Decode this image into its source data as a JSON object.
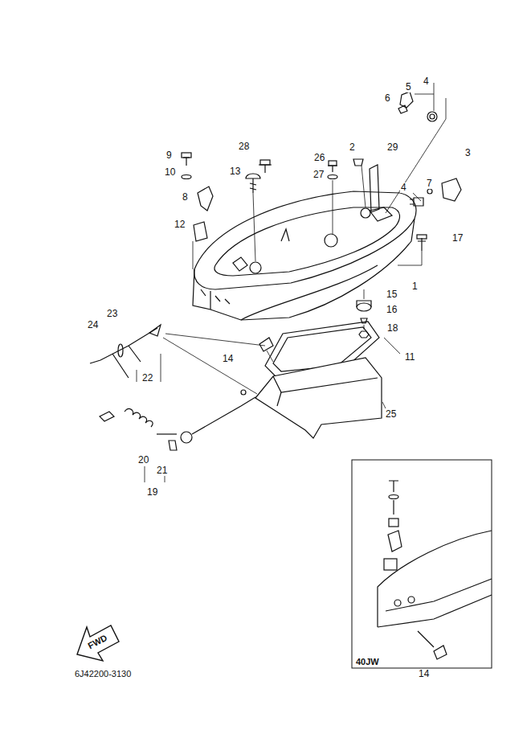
{
  "diagram": {
    "labels": [
      "5",
      "4",
      "6",
      "9",
      "28",
      "26",
      "2",
      "29",
      "3",
      "10",
      "27",
      "13",
      "7",
      "4",
      "8",
      "12",
      "17",
      "1",
      "15",
      "16",
      "23",
      "18",
      "24",
      "14",
      "11",
      "22",
      "25",
      "20",
      "21",
      "19",
      "14",
      "40JW",
      "FWD",
      "6J42200-3130"
    ]
  }
}
